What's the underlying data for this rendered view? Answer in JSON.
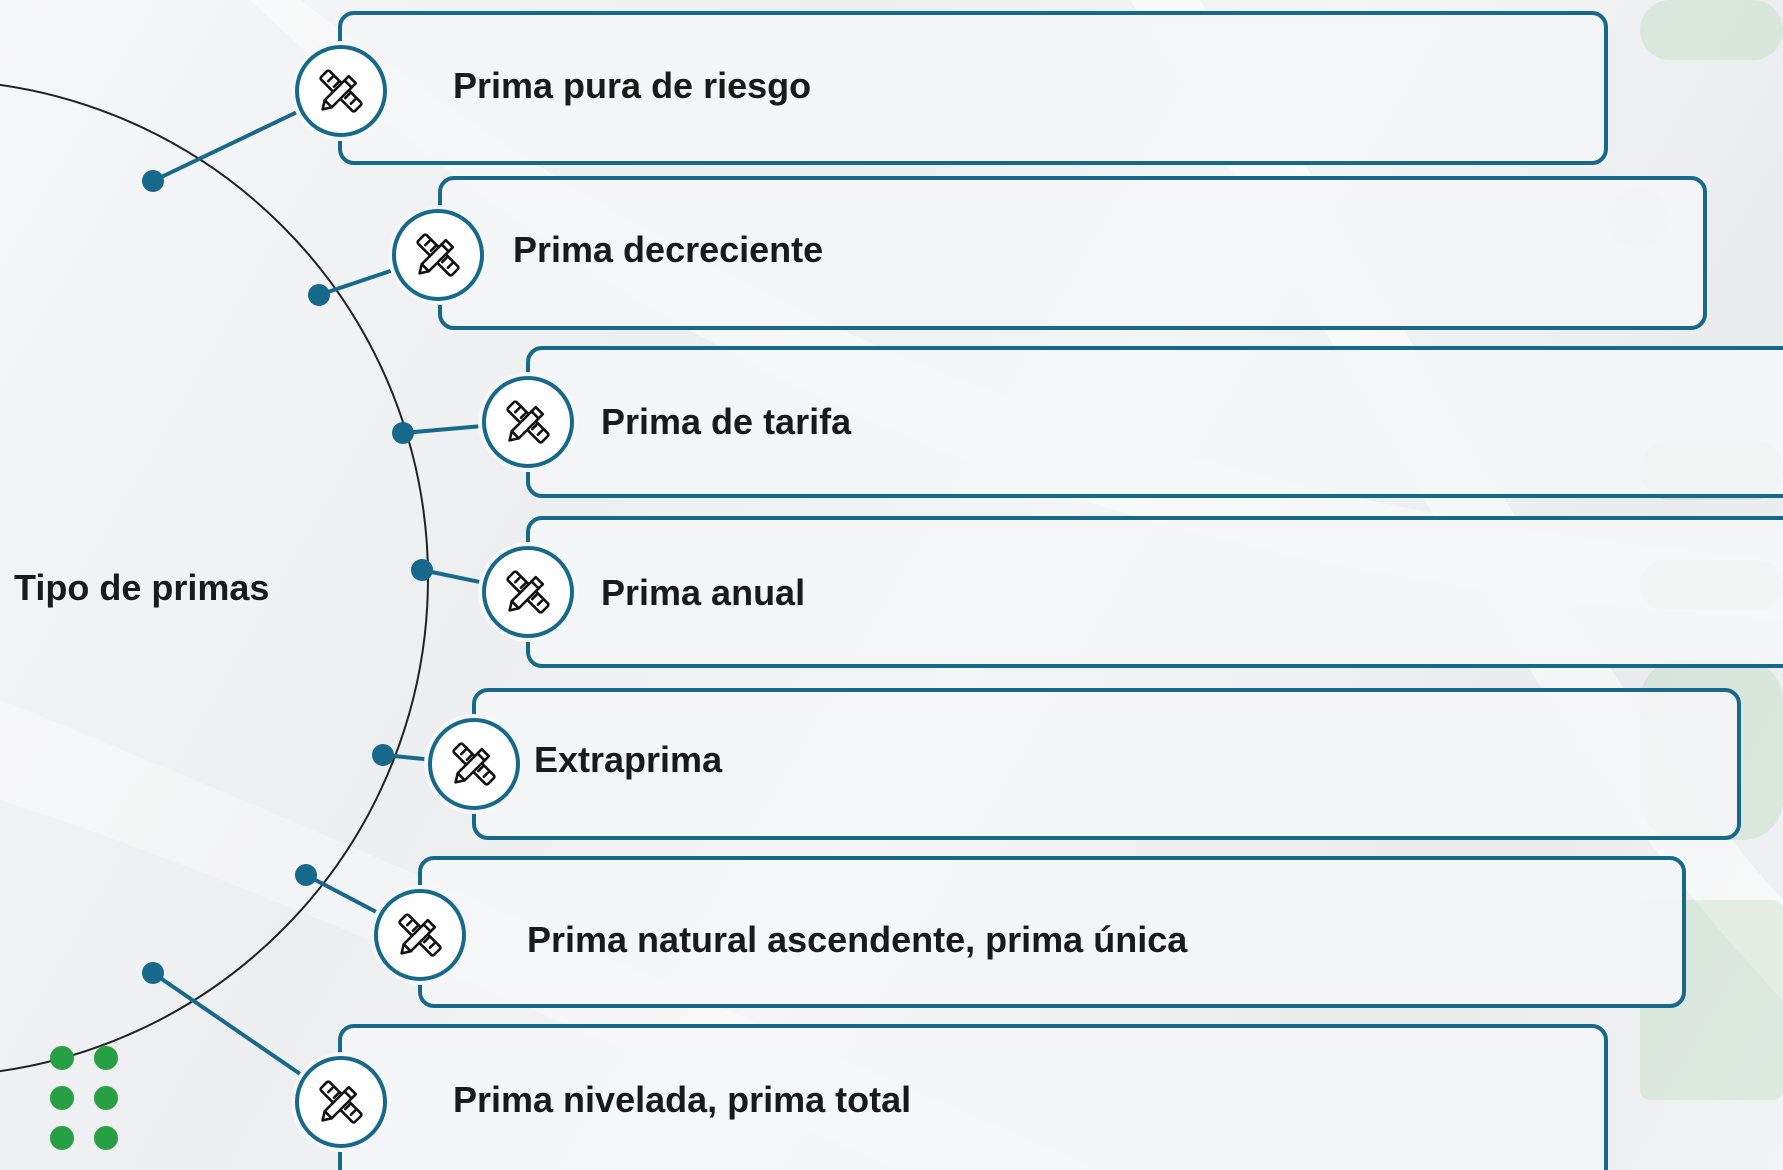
{
  "center": {
    "label": "Tipo de primas"
  },
  "items": [
    {
      "label": "Prima pura de riesgo",
      "icon": "pencil-ruler-icon"
    },
    {
      "label": "Prima decreciente",
      "icon": "pencil-ruler-icon"
    },
    {
      "label": "Prima de tarifa",
      "icon": "pencil-ruler-icon"
    },
    {
      "label": "Prima anual",
      "icon": "pencil-ruler-icon"
    },
    {
      "label": "Extraprima",
      "icon": "pencil-ruler-icon"
    },
    {
      "label": "Prima natural ascendente, prima única",
      "icon": "pencil-ruler-icon"
    },
    {
      "label": "Prima nivelada, prima total",
      "icon": "pencil-ruler-icon"
    }
  ],
  "colors": {
    "accent": "#17698b",
    "decorative_dots": "#27a043",
    "circle_outline": "#222222"
  }
}
